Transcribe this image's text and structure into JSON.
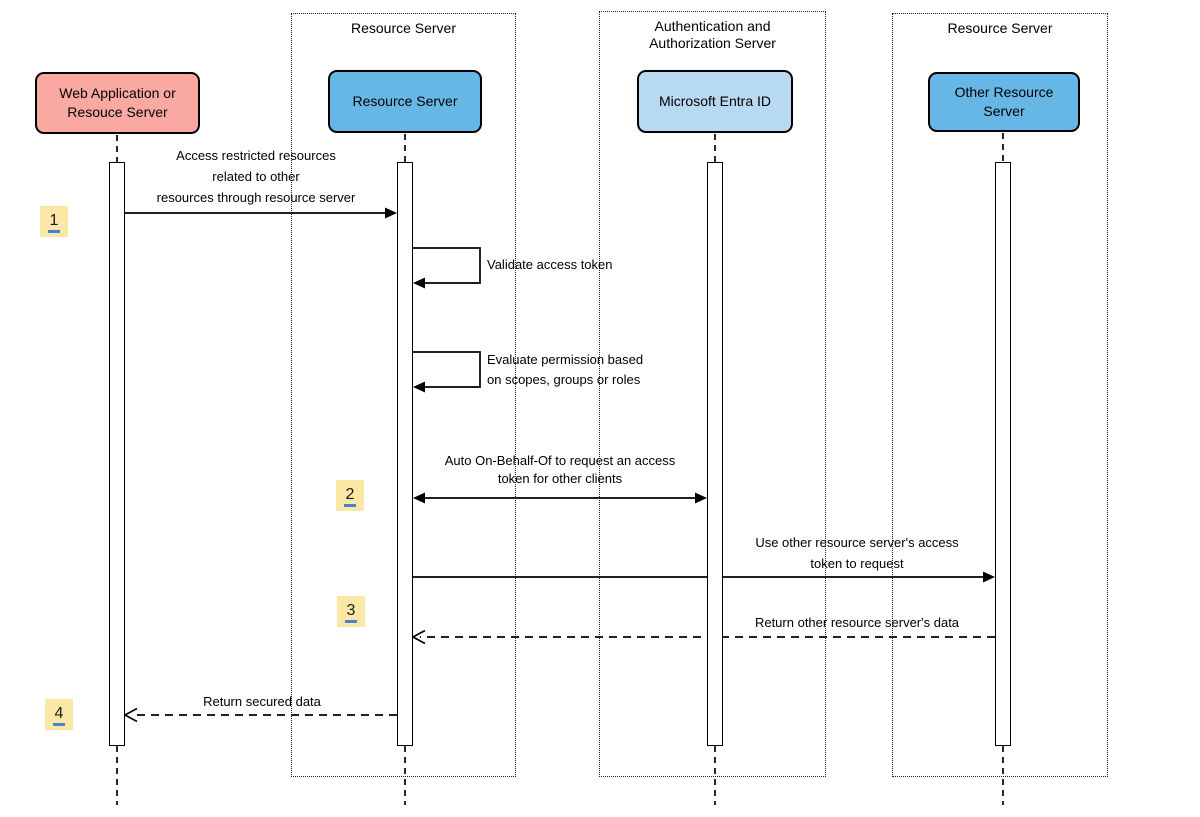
{
  "colors": {
    "pink-fill": "#F9A8A2",
    "blue-fill": "#67B7E6",
    "lightblue-fill": "#B7D9F2",
    "badge-fill": "#FBE8A6",
    "badge-underline": "#4A7FD4",
    "stroke": "#000000"
  },
  "frames": {
    "left": {
      "label": "Resource Server"
    },
    "middle": {
      "label": "Authentication and\nAuthorization Server"
    },
    "right": {
      "label": "Resource Server"
    }
  },
  "actors": {
    "web_app": {
      "label": "Web Application or\nResouce Server"
    },
    "resource_server": {
      "label": "Resource Server"
    },
    "entra_id": {
      "label": "Microsoft Entra ID"
    },
    "other_resource_server": {
      "label": "Other Resource\nServer"
    }
  },
  "steps": {
    "one": "1",
    "two": "2",
    "three": "3",
    "four": "4"
  },
  "messages": {
    "access_restricted": {
      "label": "Access restricted resources\nrelated to other\nresources through resource server"
    },
    "validate_token": {
      "label": "Validate access token"
    },
    "evaluate_permission": {
      "label": "Evaluate permission based\non scopes, groups or roles"
    },
    "obo_request": {
      "label": "Auto On-Behalf-Of to request an access\ntoken for other clients"
    },
    "use_other_token": {
      "label": "Use other resource server's access\ntoken to request"
    },
    "return_other_data": {
      "label": "Return other resource server's data"
    },
    "return_secured": {
      "label": "Return secured data"
    }
  }
}
